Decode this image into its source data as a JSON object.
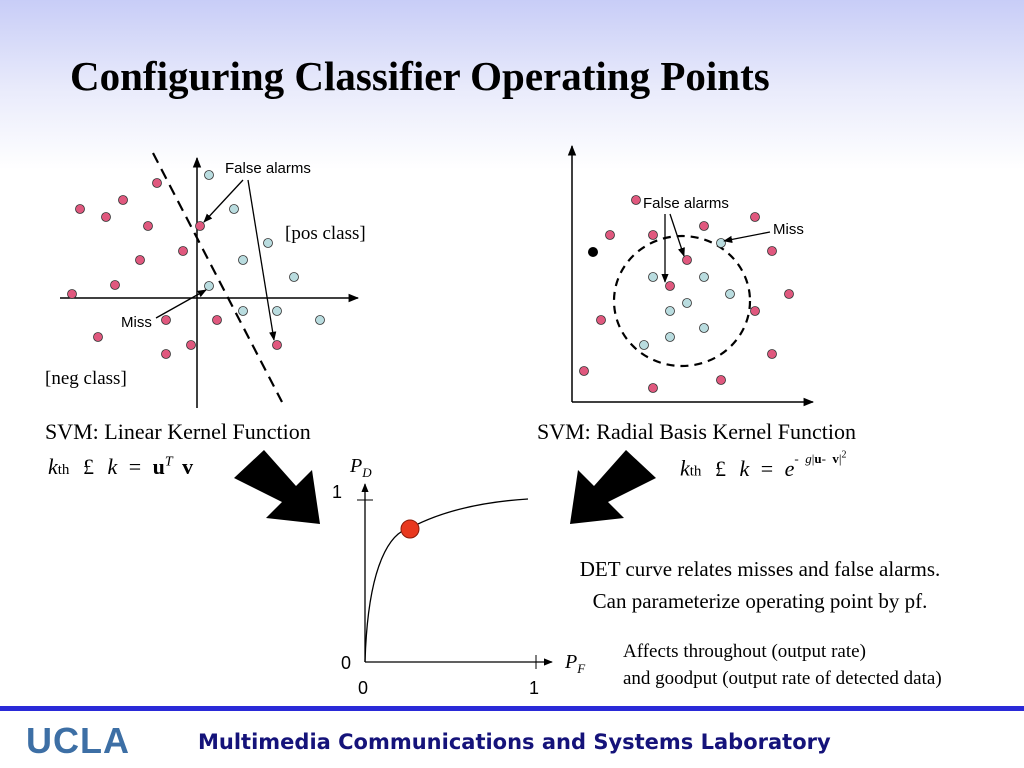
{
  "title": "Configuring Classifier Operating Points",
  "left_panel": {
    "false_alarms_label": "False alarms",
    "pos_class_label": "[pos class]",
    "miss_label": "Miss",
    "neg_class_label": "[neg class]",
    "caption": "SVM: Linear Kernel Function",
    "formula": {
      "k": "k",
      "th": "th",
      "le": "£",
      "k2": "k",
      "eq": "=",
      "u": "u",
      "T": "T",
      "v": "v"
    }
  },
  "right_panel": {
    "false_alarms_label": "False alarms",
    "miss_label": "Miss",
    "caption": "SVM: Radial Basis Kernel Function",
    "formula": {
      "k": "k",
      "th": "th",
      "le": "£",
      "k2": "k",
      "eq": "=",
      "e": "e",
      "exp_minus": "-",
      "g": "g",
      "bar1": "|",
      "u": "u",
      "minus": "-",
      "v": "v",
      "bar2": "|",
      "two": "2"
    }
  },
  "det_plot": {
    "y_axis_label": "P",
    "y_axis_sub": "D",
    "x_axis_label": "P",
    "x_axis_sub": "F",
    "y_tick_top": "1",
    "y_tick_bottom": "0",
    "x_tick_left": "0",
    "x_tick_right": "1",
    "point_color": "#e8381e"
  },
  "text": {
    "det_line1": "DET curve relates misses and false alarms.",
    "det_line2": "Can parameterize operating point by pf.",
    "affects_line1": "Affects throughout (output rate)",
    "affects_line2": "and goodput (output rate of detected data)"
  },
  "colors": {
    "neg_point": "#e0587e",
    "pos_point": "#b9dcdf",
    "footer_rule": "#2a2ad8",
    "ucla_blue": "#3d6fa5",
    "lab_navy": "#15137a"
  },
  "footer": {
    "ucla": "UCLA",
    "lab_name": "Multimedia Communications and Systems Laboratory"
  }
}
